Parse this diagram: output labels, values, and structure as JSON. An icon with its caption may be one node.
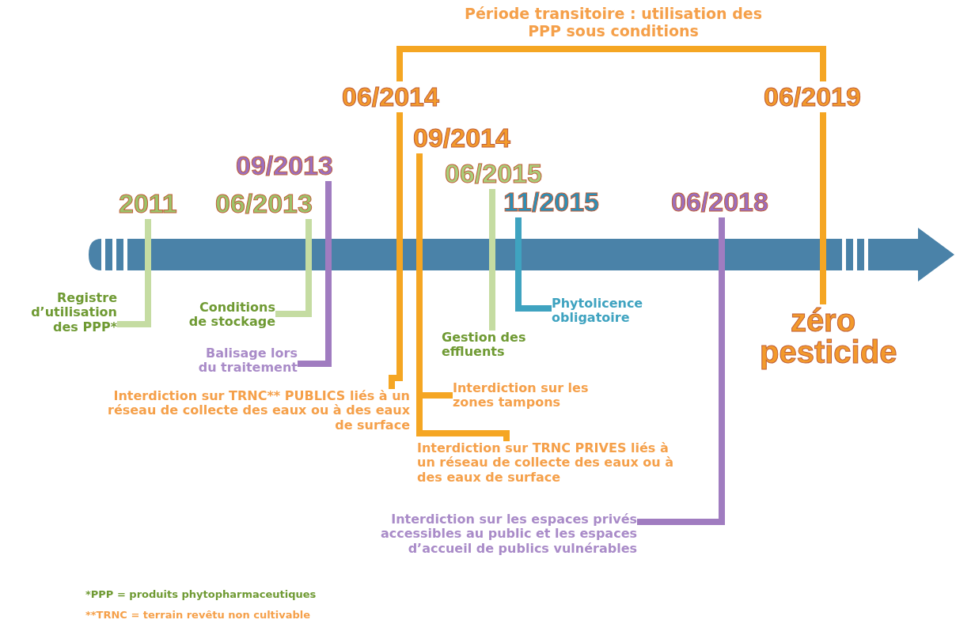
{
  "diagram": {
    "nodes": [
      {
        "text": [
          "2011"
        ]
      },
      {
        "text": [
          "Registre d’utilisation des PPP*"
        ]
      },
      {
        "text": [
          "06/2013"
        ]
      },
      {
        "text": [
          "Conditions de stockage"
        ]
      },
      {
        "text": [
          "09/2013"
        ]
      },
      {
        "text": [
          "**Balisage** lors du traitement"
        ]
      },
      {
        "text": [
          "06/2014"
        ]
      },
      {
        "text": [
          "Interdiction sur TRNC** PUBLICS liés à un réseau de collecte des eaux ou à des eaux de surface"
        ]
      },
      {
        "text": [
          "09/2014"
        ]
      },
      {
        "text": [
          "Interdiction sur les **zones tampons**"
        ]
      },
      {
        "text": [
          "Interdiction sur **TRNC PRIVES liés** à un réseau de collecte des eaux ou à des eaux de surface"
        ]
      },
      {
        "text": [
          "06/2015"
        ]
      },
      {
        "text": [
          "Gestion des effluents"
        ]
      },
      {
        "text": [
          "11/2015"
        ]
      },
      {
        "text": [
          "**Phytolicence** obligatoire"
        ]
      },
      {
        "text": [
          "06/2018"
        ]
      },
      {
        "text": [
          "Interdiction sur les **espaces privés accessibles au public** et les **espaces d’accueil de publics vulnérables**"
        ]
      },
      {
        "text": [
          "06/2019"
        ]
      },
      {
        "text": [
          "zéro pesticide"
        ]
      }
    ],
    "edges": [
      {
        "from": 0,
        "to": 1,
        "arrow": "none",
        "color": "#c5dca2"
      },
      {
        "from": 2,
        "to": 3,
        "arrow": "none",
        "color": "#c5dca2"
      },
      {
        "from": 4,
        "to": 5,
        "arrow": "none",
        "color": "#a07cc0"
      },
      {
        "from": 6,
        "to": 7,
        "arrow": "none",
        "color": "#f5a623"
      },
      {
        "from": 8,
        "to": 9,
        "arrow": "none",
        "color": "#f5a623"
      },
      {
        "from": 8,
        "to": 10,
        "arrow": "none",
        "color": "#f5a623"
      },
      {
        "from": 11,
        "to": 12,
        "arrow": "none",
        "color": "#c5dca2"
      },
      {
        "from": 13,
        "to": 14,
        "arrow": "none",
        "color": "#3fa3c0"
      },
      {
        "from": 15,
        "to": 16,
        "arrow": "none",
        "color": "#a07cc0"
      },
      {
        "from": 6,
        "to": 17,
        "label": "Période transitoire : utilisation des PPP sous conditions",
        "arrow": "none",
        "color": "#f5a623"
      },
      {
        "from": 17,
        "to": 18,
        "arrow": "none",
        "color": "#f5a623"
      }
    ],
    "labels": [
      "*PPP = produits phytopharmaceutiques",
      "**TRNC = terrain revêtu non cultivable"
    ]
  }
}
